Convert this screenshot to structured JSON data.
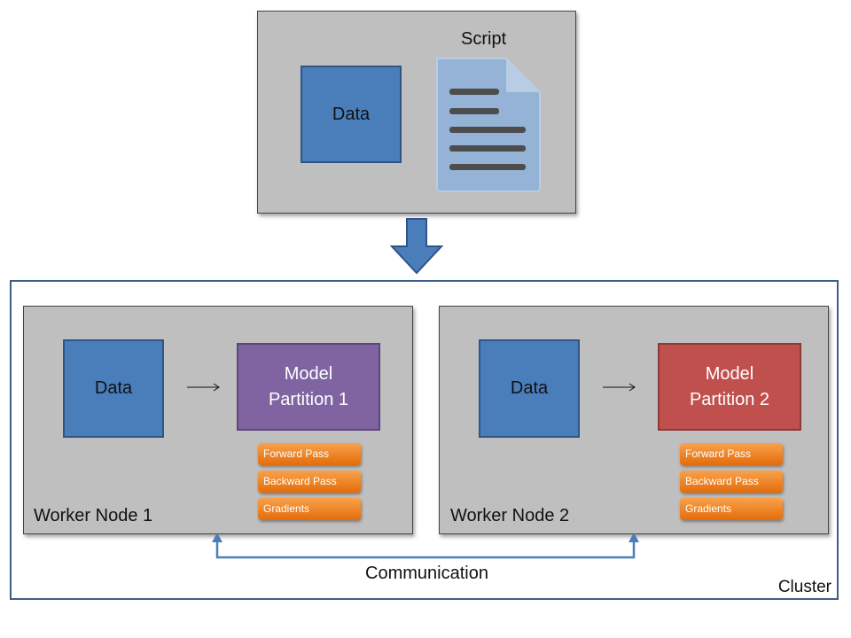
{
  "top_panel": {
    "data_label": "Data",
    "script_label": "Script"
  },
  "cluster": {
    "label": "Cluster",
    "communication_label": "Communication",
    "workers": [
      {
        "name": "Worker Node 1",
        "data_label": "Data",
        "model_line1": "Model",
        "model_line2": "Partition 1",
        "model_color": "#8064a2",
        "steps": [
          "Forward Pass",
          "Backward Pass",
          "Gradients"
        ]
      },
      {
        "name": "Worker Node 2",
        "data_label": "Data",
        "model_line1": "Model",
        "model_line2": "Partition 2",
        "model_color": "#c0504d",
        "steps": [
          "Forward Pass",
          "Backward Pass",
          "Gradients"
        ]
      }
    ]
  },
  "colors": {
    "data_blue": "#4a7ebb",
    "panel_gray": "#bfbfbf",
    "pill_orange": "#f79646",
    "cluster_border": "#3e5f85"
  }
}
